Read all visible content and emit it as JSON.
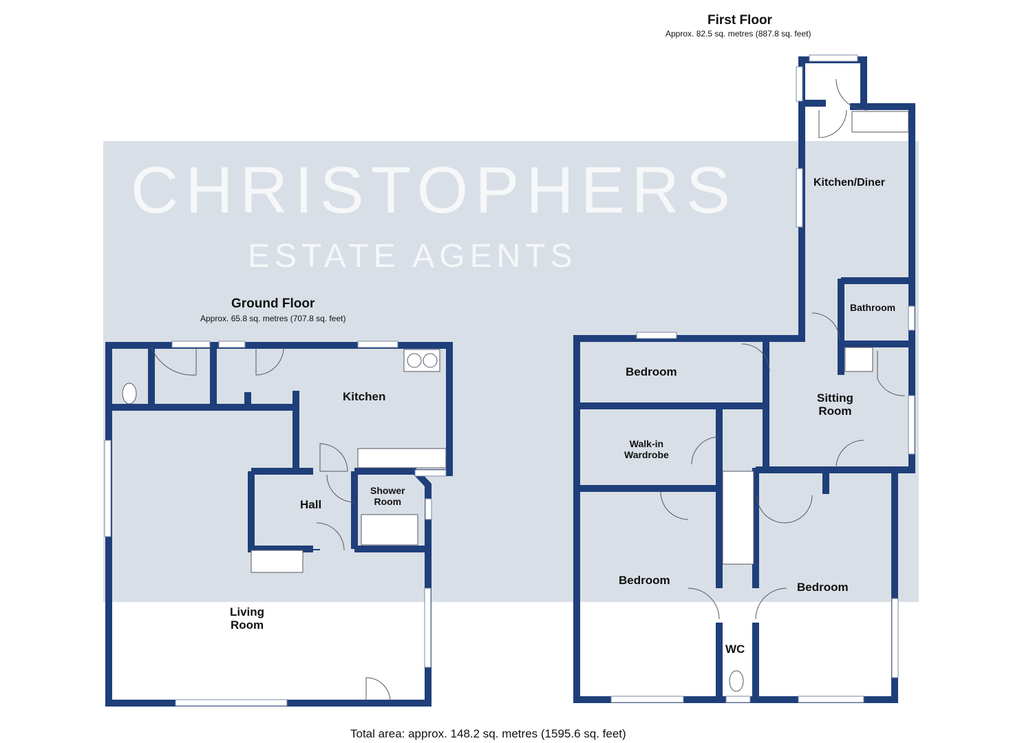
{
  "ground_floor": {
    "title": "Ground Floor",
    "area": "Approx. 65.8 sq. metres (707.8 sq. feet)",
    "rooms": {
      "kitchen": "Kitchen",
      "shower_room": "Shower\nRoom",
      "hall": "Hall",
      "living_room": "Living\nRoom"
    }
  },
  "first_floor": {
    "title": "First Floor",
    "area": "Approx. 82.5 sq. metres (887.8 sq. feet)",
    "rooms": {
      "kitchen_diner": "Kitchen/Diner",
      "bathroom": "Bathroom",
      "sitting_room": "Sitting\nRoom",
      "bedroom_top": "Bedroom",
      "walk_in_wardrobe": "Walk-in\nWardrobe",
      "bedroom_left": "Bedroom",
      "bedroom_right": "Bedroom",
      "wc": "WC"
    }
  },
  "total_area": "Total area: approx. 148.2 sq. metres (1595.6 sq. feet)",
  "watermark": {
    "line1": "CHRISTOPHERS",
    "line2": "ESTATE AGENTS"
  },
  "colors": {
    "wall": "#1f3f7a",
    "band": "#d9dfe6"
  }
}
